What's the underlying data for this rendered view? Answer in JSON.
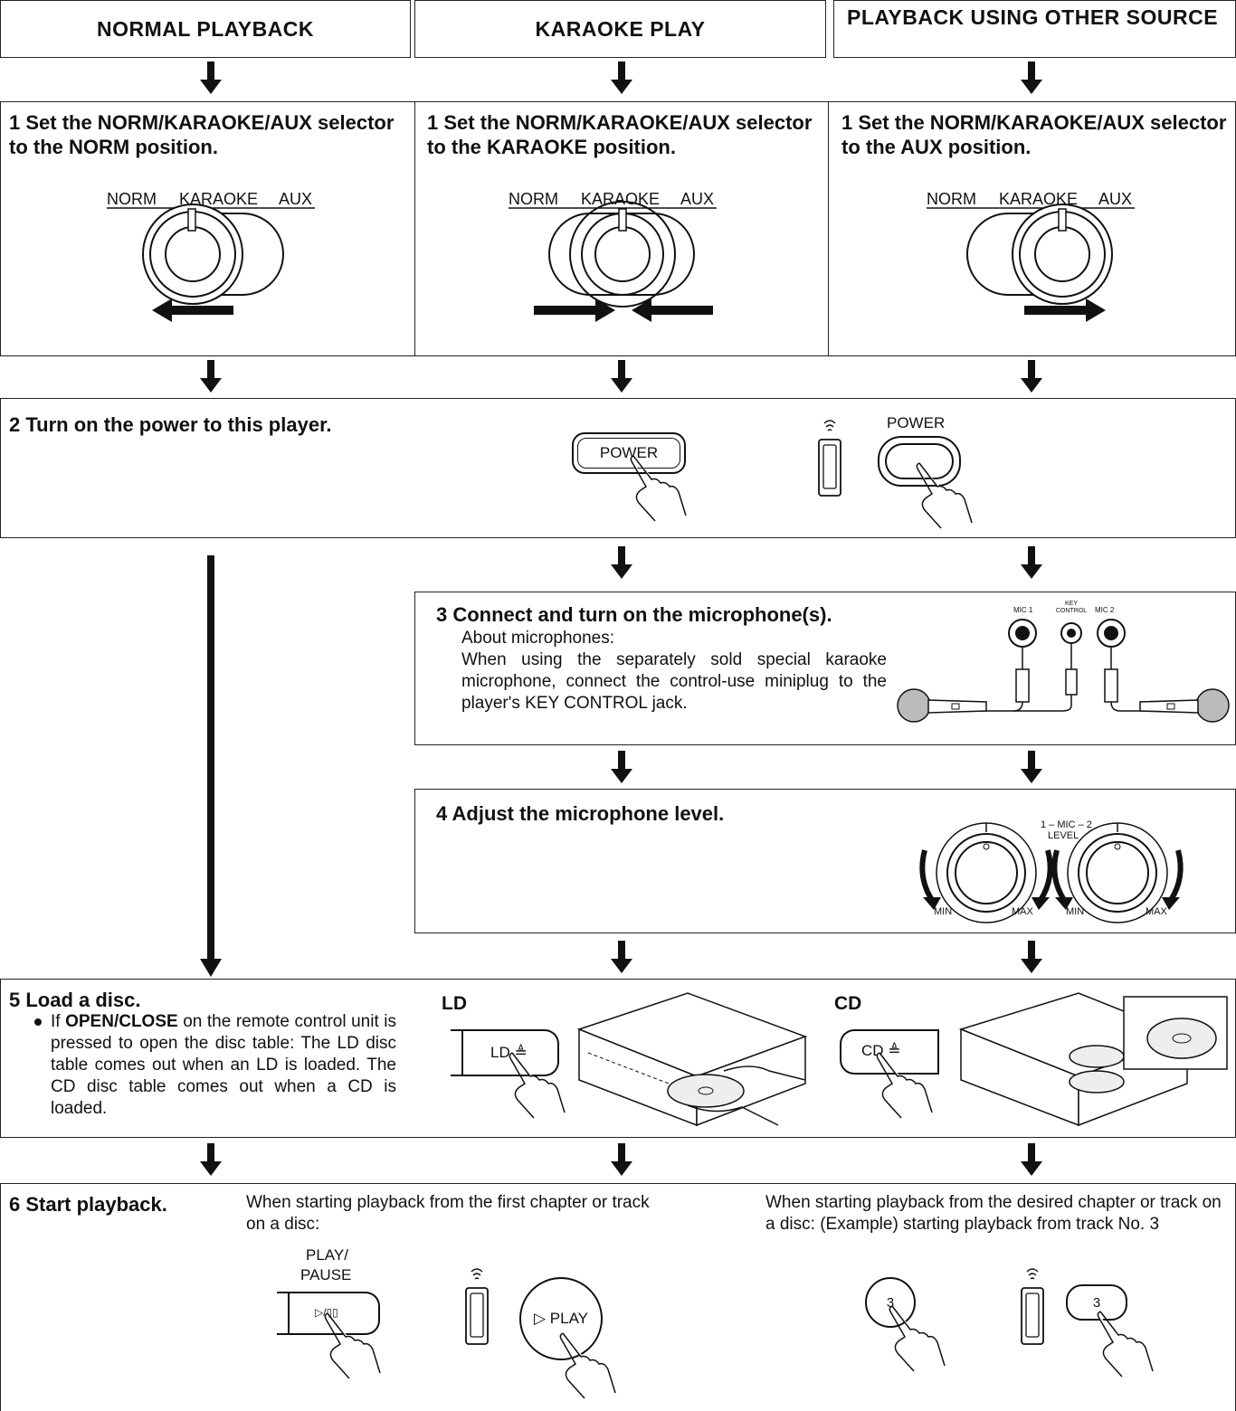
{
  "headers": {
    "normal": "NORMAL PLAYBACK",
    "karaoke": "KARAOKE PLAY",
    "other": "PLAYBACK USING OTHER SOURCE"
  },
  "step1": {
    "normal": "1  Set the NORM/KARAOKE/AUX selector to the NORM position.",
    "karaoke": "1  Set the NORM/KARAOKE/AUX selector to the KARAOKE position.",
    "other": "1  Set the NORM/KARAOKE/AUX selector to the AUX position.",
    "selector_labels": [
      "NORM",
      "KARAOKE",
      "AUX"
    ]
  },
  "step2": {
    "title": "2 Turn on the power to this player.",
    "power_button": "POWER",
    "remote_power_label": "POWER"
  },
  "step3": {
    "title": "3  Connect and turn on the microphone(s).",
    "subtitle": "About microphones:",
    "body": "When using the separately sold special karaoke microphone, connect the control-use miniplug to the player's KEY CONTROL jack.",
    "jack_labels": [
      "MIC 1",
      "KEY CONTROL",
      "MIC 2"
    ]
  },
  "step4": {
    "title": "4  Adjust the microphone level.",
    "knob_title": "1 – MIC – 2",
    "knob_sub": "LEVEL",
    "min": "MIN",
    "max": "MAX"
  },
  "step5": {
    "title": "5  Load a disc.",
    "bullet_prefix": "If ",
    "bullet_bold": "OPEN/CLOSE",
    "bullet_rest": " on the remote control unit is pressed to open the disc table: The LD disc table comes out when an LD is loaded.  The CD disc table comes out when a CD is loaded.",
    "ld_heading": "LD",
    "ld_button": "LD ≜",
    "cd_heading": "CD",
    "cd_button": "CD ≜"
  },
  "step6": {
    "title": "6  Start playback.",
    "first_text": "When starting playback from the first chapter or track on a disc:",
    "play_pause_label_1": "PLAY/",
    "play_pause_label_2": "PAUSE",
    "play_pause_button": "▷/▯▯",
    "remote_play": "▷ PLAY",
    "desired_text": "When starting playback from the desired chapter or track on a disc: (Example) starting playback from track No. 3",
    "track_button": "3",
    "remote_track": "3"
  }
}
